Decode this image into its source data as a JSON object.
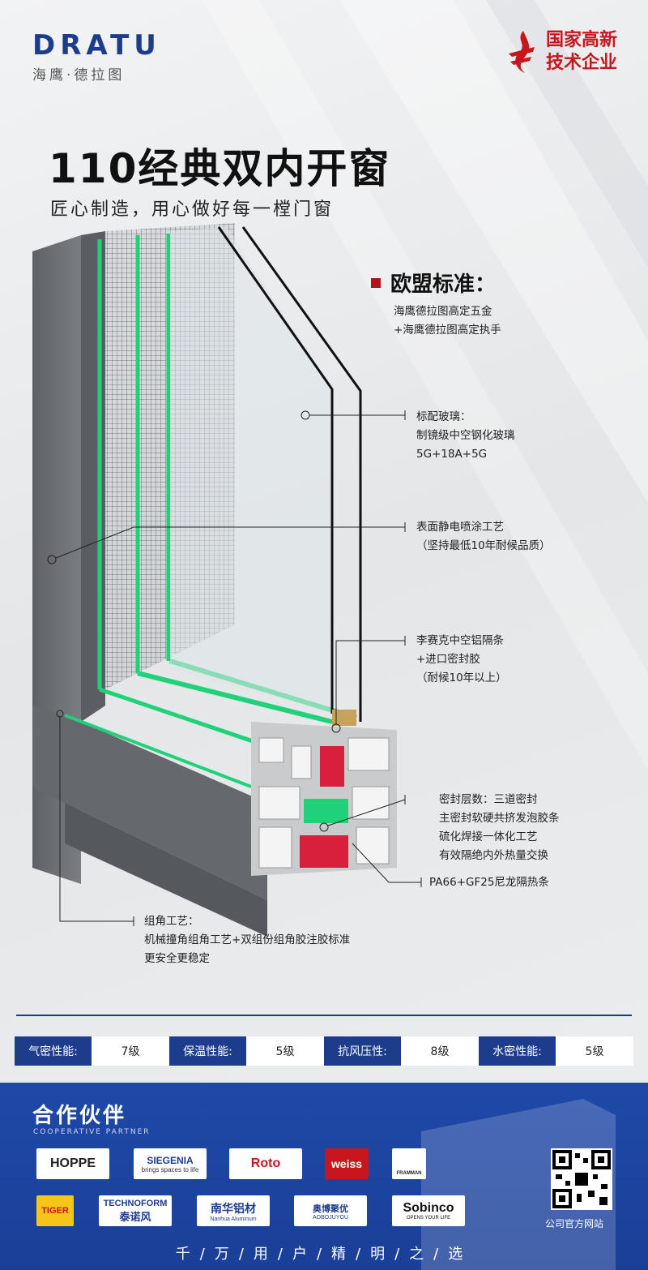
{
  "brand": {
    "logo_en": "DRATU",
    "logo_cn": "海鹰·德拉图",
    "badge_line1": "国家高新",
    "badge_line2": "技术企业"
  },
  "hero": {
    "title": "110经典双内开窗",
    "subtitle": "匠心制造，用心做好每一樘门窗"
  },
  "standard": {
    "title": "欧盟标准：",
    "lines": [
      "海鹰德拉图高定五金",
      "+海鹰德拉图高定执手"
    ]
  },
  "annotations": {
    "glass": [
      "标配玻璃：",
      "制镜级中空钢化玻璃",
      "5G+18A+5G"
    ],
    "coating": [
      "表面静电喷涂工艺",
      "（坚持最低10年耐候品质）"
    ],
    "spacer": [
      "李赛克中空铝隔条",
      "+进口密封胶",
      "（耐候10年以上）"
    ],
    "seal": [
      "密封层数：三道密封",
      "主密封软硬共挤发泡胶条",
      "硫化焊接一体化工艺",
      "有效隔绝内外热量交换"
    ],
    "strip": [
      "PA66+GF25尼龙隔热条"
    ],
    "corner": [
      "组角工艺：",
      "机械撞角组角工艺+双组份组角胶注胶标准",
      "更安全更稳定"
    ]
  },
  "specs": [
    {
      "label": "气密性能:",
      "value": "7级"
    },
    {
      "label": "保温性能:",
      "value": "5级"
    },
    {
      "label": "抗风压性:",
      "value": "8级"
    },
    {
      "label": "水密性能:",
      "value": "5级"
    }
  ],
  "partners": {
    "title": "合作伙伴",
    "subtitle": "COOPERATIVE PARTNER",
    "row1": [
      "HOPPE",
      "SIEGENIA",
      "Roto",
      "weiss",
      "FRAMMAN"
    ],
    "row1_sub": [
      "",
      "brings spaces to life",
      "",
      "",
      ""
    ],
    "row2": [
      "TIGER",
      "TECHNOFORM",
      "南华铝材",
      "奥博聚优",
      "Sobinco"
    ],
    "row2_sub": [
      "",
      "泰诺风",
      "Nanhua Aluminum",
      "AOBOJUYOU",
      "OPENS YOUR LIFE"
    ],
    "qr_label": "公司官方网站"
  },
  "slogan": "千/万/用/户/精/明/之/选",
  "colors": {
    "brand_blue": "#1d3d8c",
    "accent_red": "#b3121a",
    "seal_green": "#1fd27a",
    "frame_gray": "#6e7175"
  }
}
